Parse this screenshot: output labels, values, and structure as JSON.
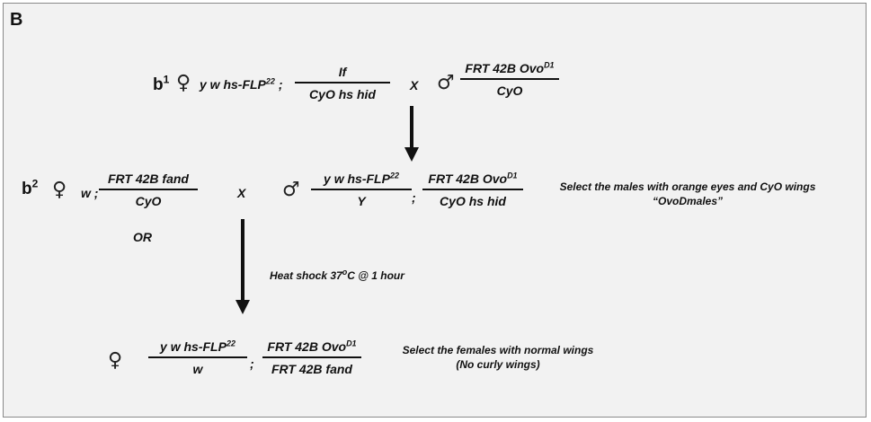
{
  "panel_label": "B",
  "cross_b1": {
    "gen_label": "b",
    "gen_sup": "1",
    "female_symbol": "♀",
    "female_x": "y w hs-FLP",
    "female_x_sup": "22",
    "separator": ";",
    "female_chr2": {
      "num": "If",
      "den": "CyO hs hid"
    },
    "cross": "X",
    "male_symbol": "♂",
    "male_chr2": {
      "num": "FRT 42B Ovo",
      "num_sup": "D1",
      "den": "CyO"
    }
  },
  "cross_b2": {
    "gen_label": "b",
    "gen_sup": "2",
    "female_symbol": "♀",
    "female_x": "w",
    "separator": ";",
    "female_chr2": {
      "num": "FRT 42B fand",
      "den": "CyO"
    },
    "or_label": "OR",
    "cross": "X",
    "male_symbol": "♂",
    "male_x": {
      "num": "y w hs-FLP",
      "num_sup": "22",
      "den": "Y"
    },
    "male_chr2": {
      "num": "FRT 42B Ovo",
      "num_sup": "D1",
      "den": "CyO hs hid"
    },
    "note_line1": "Select the males with orange eyes and CyO wings",
    "note_line2": "“OvoDmales”"
  },
  "heat_shock": {
    "prefix": "Heat shock 37",
    "deg": "o",
    "suffix": "C @ 1 hour"
  },
  "progeny": {
    "female_symbol": "♀",
    "x": {
      "num": "y w hs-FLP",
      "num_sup": "22",
      "den": "w"
    },
    "separator": ";",
    "chr2": {
      "num": "FRT 42B Ovo",
      "num_sup": "D1",
      "den": "FRT 42B fand"
    },
    "note_line1": "Select the females with normal wings",
    "note_line2": "(No  curly wings)"
  }
}
